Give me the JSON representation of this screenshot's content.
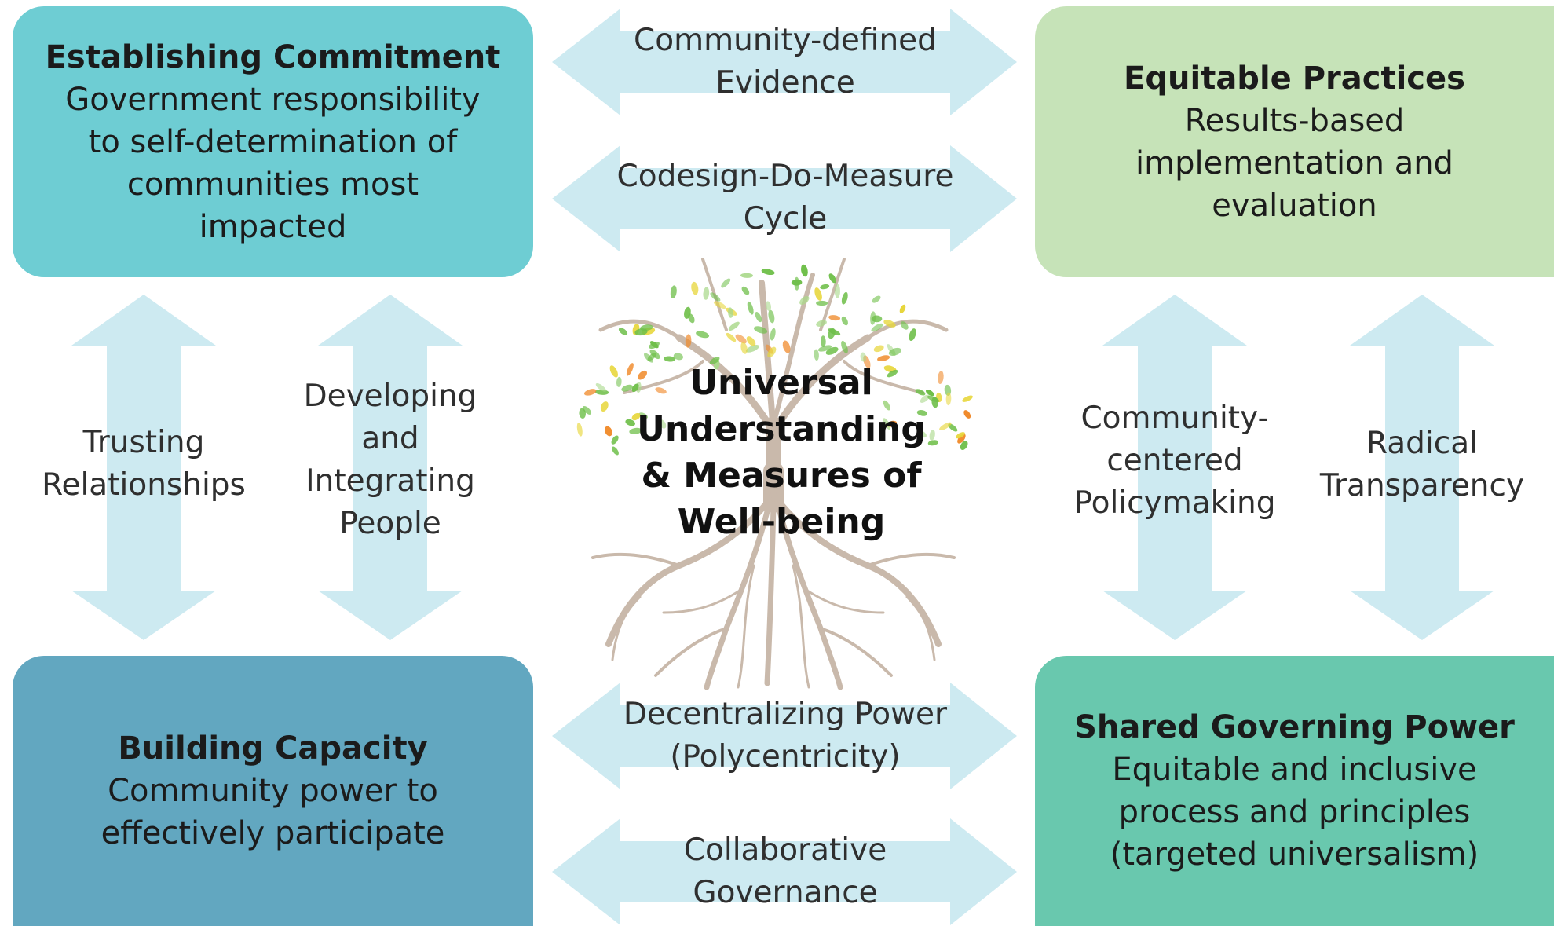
{
  "center": {
    "title": "Universal\nUnderstanding\n& Measures of\nWell-being"
  },
  "boxes": {
    "establishing": {
      "title": "Establishing Commitment",
      "description": "Government responsibility\nto self-determination of\ncommunities most\nimpacted",
      "color": "#6ecdd3"
    },
    "equitable": {
      "title": "Equitable Practices",
      "description": "Results-based\nimplementation and\nevaluation",
      "color": "#c6e3b8"
    },
    "building": {
      "title": "Building Capacity",
      "description": "Community power to\neffectively participate",
      "color": "#62a7c0"
    },
    "shared": {
      "title": "Shared Governing Power",
      "description": "Equitable and inclusive\nprocess and principles\n(targeted universalism)",
      "color": "#69c8ae"
    }
  },
  "arrows": {
    "community_defined_evidence": "Community-defined\nEvidence",
    "codesign_cycle": "Codesign-Do-Measure\nCycle",
    "decentralizing_power": "Decentralizing Power\n(Polycentricity)",
    "collaborative_governance": "Collaborative\nGovernance",
    "trusting_relationships": "Trusting\nRelationships",
    "developing_people": "Developing\nand\nIntegrating\nPeople",
    "community_centered_policymaking": "Community-\ncentered\nPolicymaking",
    "radical_transparency": "Radical\nTransparency"
  },
  "colors": {
    "arrow": "#cdeaf1",
    "root": "#c9b9ab",
    "leaf_green": "#6fbf4a",
    "leaf_orange": "#f08a2a",
    "leaf_yellow": "#e7d63a"
  }
}
